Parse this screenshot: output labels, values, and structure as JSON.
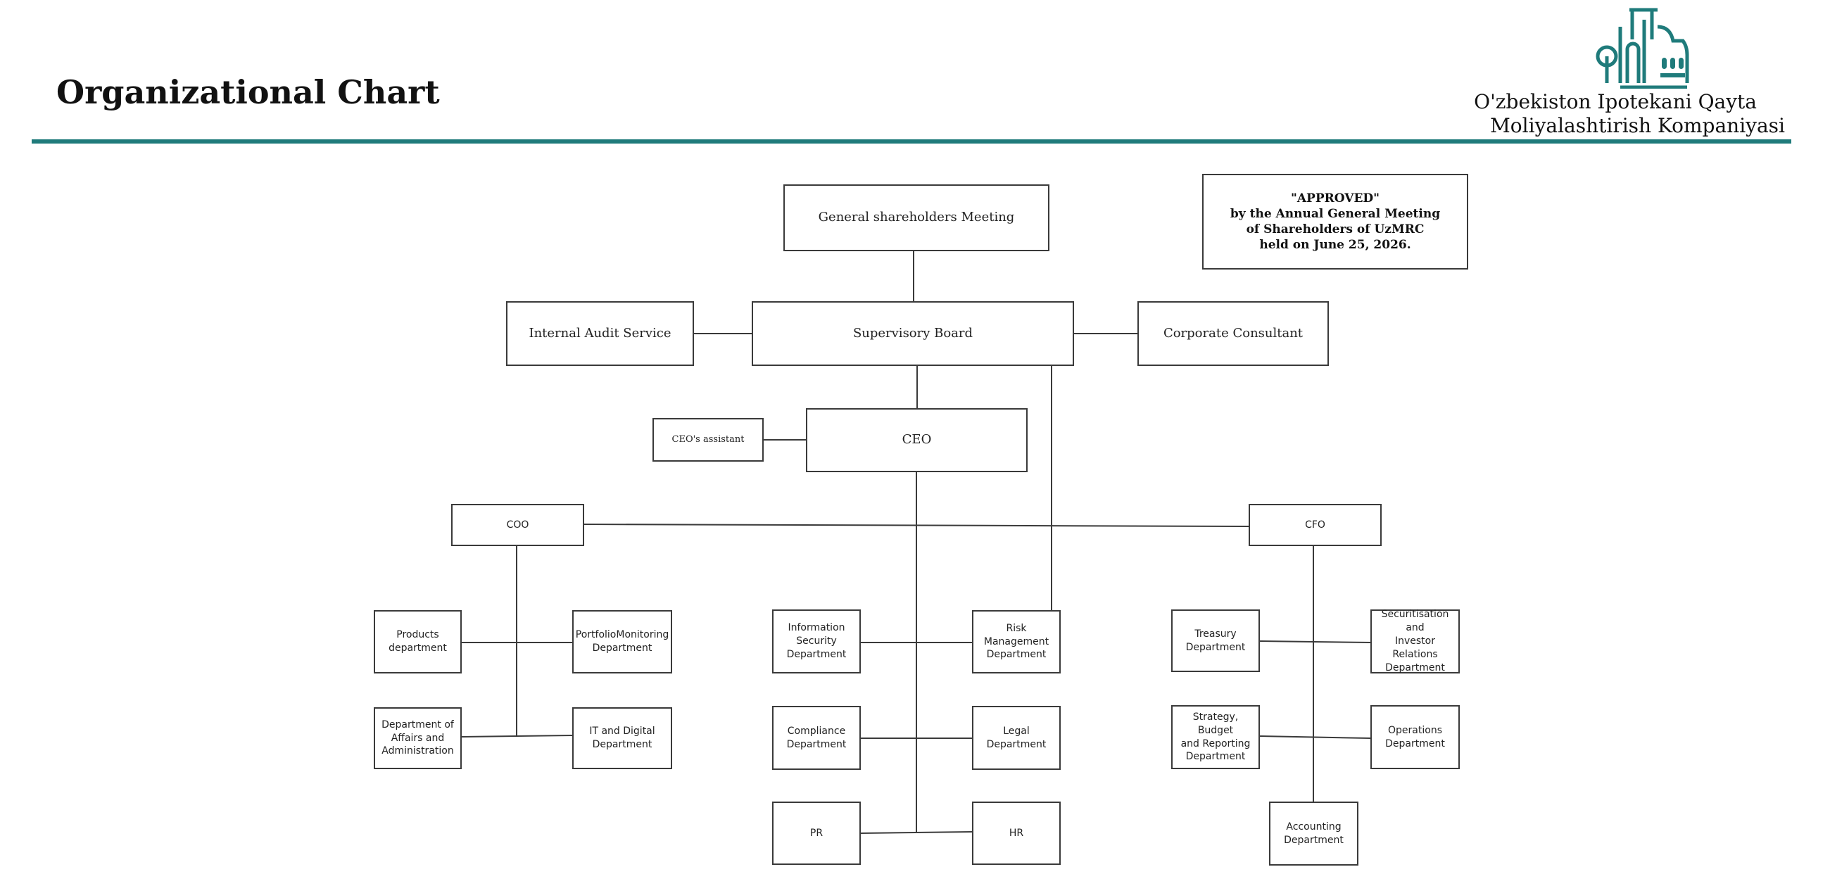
{
  "header": {
    "title": "Organizational Chart",
    "logo": {
      "icon": "uzmrc-logo-icon",
      "line1": "O'zbekiston Ipotekani Qayta",
      "line2": "Moliyalashtirish Kompaniyasi",
      "color": "#1f7b7b"
    }
  },
  "approval_note": "\"APPROVED\"\nby the Annual General Meeting\nof Shareholders of UzMRC\nheld on June 25, 2026.",
  "org": {
    "gsm": "General shareholders Meeting",
    "supervisory_board": "Supervisory Board",
    "internal_audit": "Internal Audit Service",
    "corporate_consultant": "Corporate Consultant",
    "ceo": "CEO",
    "ceo_assistant": "CEO's assistant",
    "coo": "COO",
    "cfo": "CFO",
    "products": "Products\ndepartment",
    "portfolio": "PortfolioMonitoring\nDepartment",
    "affairs": "Department of\nAffairs and\nAdministration",
    "it_digital": "IT and Digital\nDepartment",
    "info_security": "Information\nSecurity\nDepartment",
    "risk": "Risk Management\nDepartment",
    "compliance": "Compliance\nDepartment",
    "legal": "Legal Department",
    "pr": "PR",
    "hr": "HR",
    "treasury": "Treasury\nDepartment",
    "securitisation": "Securitisation and\nInvestor Relations\nDepartment",
    "strategy": "Strategy, Budget\nand Reporting\nDepartment",
    "operations": "Operations\nDepartment",
    "accounting": "Accounting\nDepartment"
  }
}
